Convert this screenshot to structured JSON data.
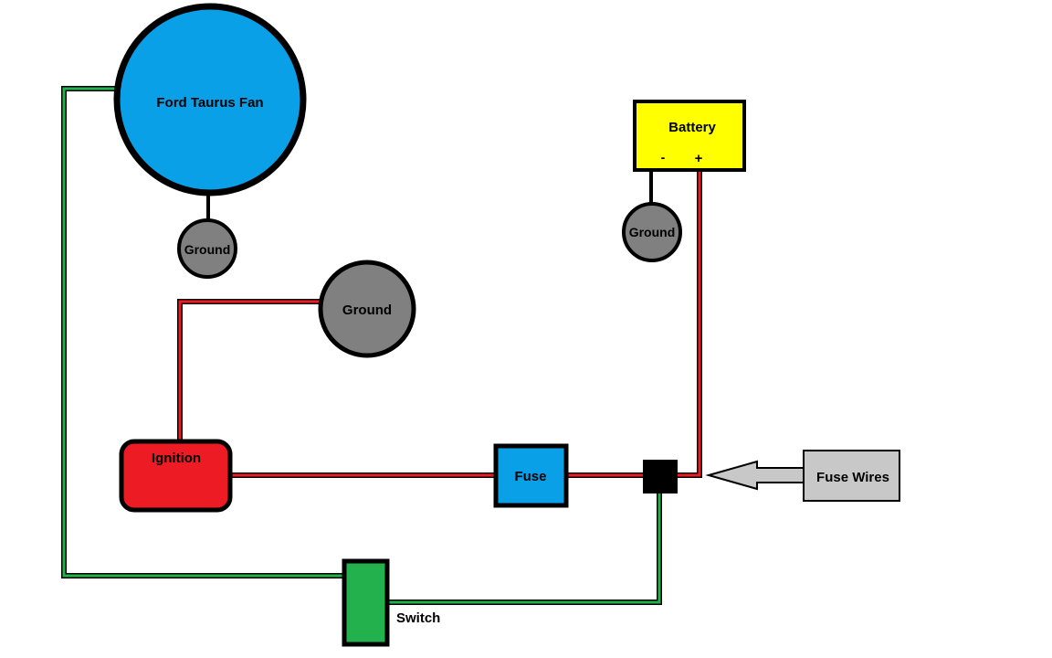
{
  "colors": {
    "fan": "#0aa0e8",
    "ground": "#808080",
    "battery": "#ffff00",
    "ignition": "#ed1c24",
    "fuse": "#0aa0e8",
    "junction": "#000000",
    "switch": "#22b14c",
    "fuse_wires_box": "#c8c8c8",
    "wire_red": "#ed1c24",
    "wire_green": "#22b14c",
    "outline": "#000000"
  },
  "components": {
    "fan": {
      "label": "Ford Taurus Fan",
      "icon": "fan-circle"
    },
    "fan_ground": {
      "label": "Ground",
      "icon": "ground-circle"
    },
    "ignition_ground": {
      "label": "Ground",
      "icon": "ground-circle"
    },
    "battery": {
      "label": "Battery",
      "negative": "-",
      "positive": "+"
    },
    "battery_ground": {
      "label": "Ground",
      "icon": "ground-circle"
    },
    "ignition": {
      "label": "Ignition"
    },
    "fuse": {
      "label": "Fuse"
    },
    "junction": {
      "icon": "junction-block"
    },
    "switch": {
      "label": "Switch"
    },
    "fuse_wires": {
      "label": "Fuse Wires",
      "icon": "arrow-left-icon"
    }
  }
}
